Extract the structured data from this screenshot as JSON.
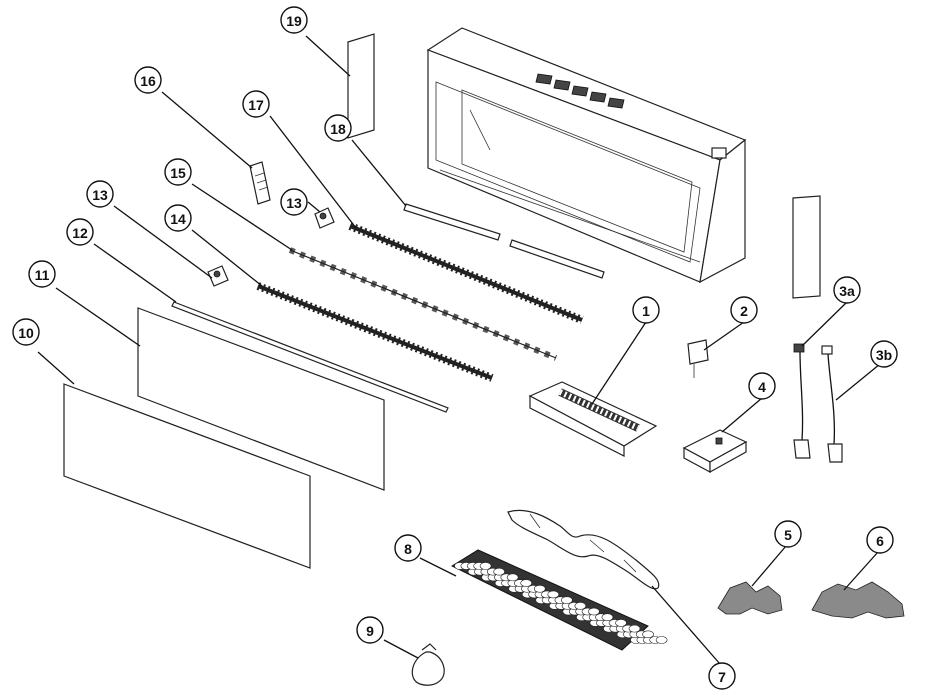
{
  "callouts": [
    {
      "id": "c1",
      "label": "1"
    },
    {
      "id": "c2",
      "label": "2"
    },
    {
      "id": "c3a",
      "label": "3a"
    },
    {
      "id": "c3b",
      "label": "3b"
    },
    {
      "id": "c4",
      "label": "4"
    },
    {
      "id": "c5",
      "label": "5"
    },
    {
      "id": "c6",
      "label": "6"
    },
    {
      "id": "c7",
      "label": "7"
    },
    {
      "id": "c8",
      "label": "8"
    },
    {
      "id": "c9",
      "label": "9"
    },
    {
      "id": "c10",
      "label": "10"
    },
    {
      "id": "c11",
      "label": "11"
    },
    {
      "id": "c12",
      "label": "12"
    },
    {
      "id": "c13a",
      "label": "13"
    },
    {
      "id": "c13b",
      "label": "13"
    },
    {
      "id": "c14",
      "label": "14"
    },
    {
      "id": "c15",
      "label": "15"
    },
    {
      "id": "c16",
      "label": "16"
    },
    {
      "id": "c17",
      "label": "17"
    },
    {
      "id": "c18",
      "label": "18"
    },
    {
      "id": "c19",
      "label": "19"
    }
  ]
}
